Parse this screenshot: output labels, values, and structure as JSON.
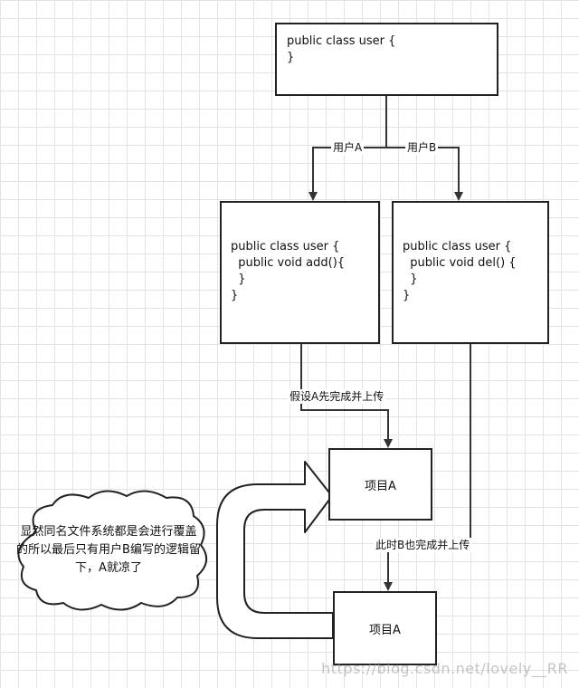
{
  "top_box": {
    "code_lines": [
      "public class user {",
      "",
      "}"
    ]
  },
  "box_a": {
    "code_lines": [
      "public class user {",
      "  public void add(){",
      "  }",
      "}"
    ]
  },
  "box_b": {
    "code_lines": [
      "public class user {",
      "  public void del() {",
      "  }",
      "}"
    ]
  },
  "labels": {
    "user_a": "用户A",
    "user_b": "用户B",
    "a_upload": "假设A先完成并上传",
    "b_upload": "此时B也完成并上传"
  },
  "project_box_1": "项目A",
  "project_box_2": "项目A",
  "cloud_note": "显然同名文件系统都是会进行覆盖的所以最后只有用户B编写的逻辑留下，A就凉了",
  "watermark": "https://blog.csdn.net/lovely__RR"
}
